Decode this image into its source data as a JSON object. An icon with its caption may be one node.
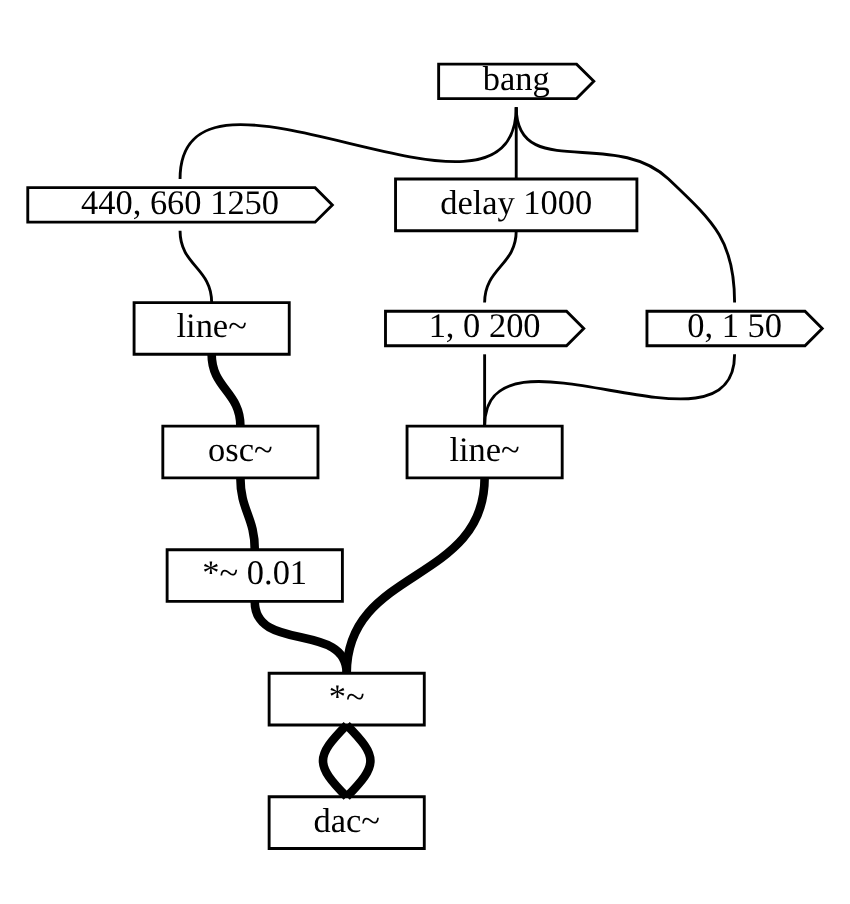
{
  "diagram": {
    "nodes": [
      {
        "text": [
          "bang"
        ]
      },
      {
        "text": [
          "440, 660 1250"
        ]
      },
      {
        "text": [
          "line~"
        ]
      },
      {
        "text": [
          "osc~"
        ]
      },
      {
        "text": [
          "*~ 0.01"
        ]
      },
      {
        "text": [
          "*~"
        ]
      },
      {
        "text": [
          "dac~"
        ]
      },
      {
        "text": [
          "delay 1000"
        ]
      },
      {
        "text": [
          "0, 1 50"
        ]
      },
      {
        "text": [
          "1, 0 200"
        ]
      },
      {
        "text": [
          "line~"
        ]
      }
    ],
    "edges": [
      {
        "from": 0,
        "to": 1,
        "arrow": "none"
      },
      {
        "from": 0,
        "to": 8,
        "arrow": "none"
      },
      {
        "from": 0,
        "to": 7,
        "arrow": "none"
      },
      {
        "from": 1,
        "to": 2,
        "arrow": "none"
      },
      {
        "from": 2,
        "to": 3,
        "arrow": "none",
        "style": "thick"
      },
      {
        "from": 3,
        "to": 4,
        "arrow": "none",
        "style": "thick"
      },
      {
        "from": 4,
        "to": 5,
        "arrow": "none",
        "style": "thick"
      },
      {
        "from": 7,
        "to": 9,
        "arrow": "none"
      },
      {
        "from": 8,
        "to": 10,
        "arrow": "none"
      },
      {
        "from": 9,
        "to": 10,
        "arrow": "none"
      },
      {
        "from": 10,
        "to": 5,
        "arrow": "none",
        "style": "thick"
      },
      {
        "from": 5,
        "to": 6,
        "arrow": "none",
        "style": "thick"
      },
      {
        "from": 5,
        "to": 6,
        "arrow": "none",
        "style": "thick"
      }
    ]
  }
}
